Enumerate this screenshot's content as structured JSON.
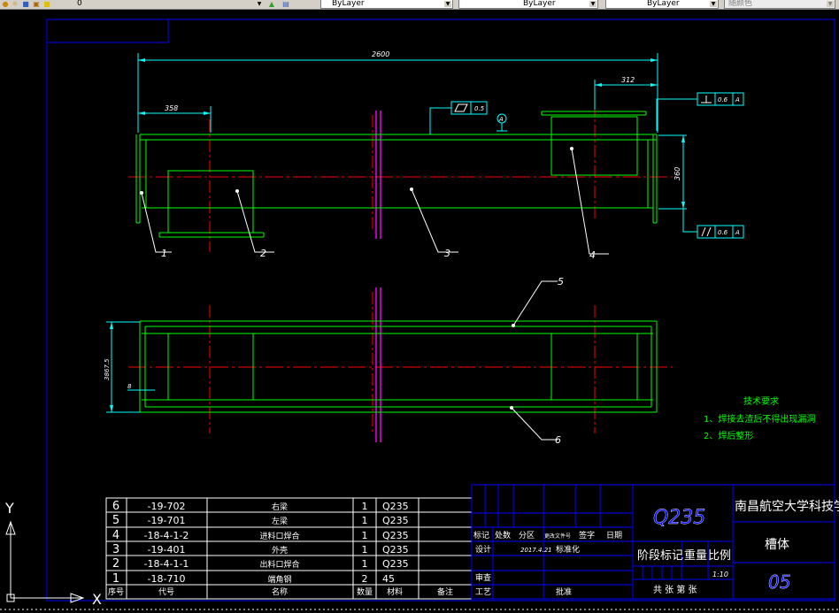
{
  "toolbar": {
    "layer_value": "0",
    "color_value": "ByLayer",
    "linetype_value": "ByLayer",
    "lineweight_value": "ByLayer",
    "plotstyle_value": "随颜色"
  },
  "dimensions": {
    "total_length": "2600",
    "left_offset": "358",
    "right_offset": "312",
    "height": "360",
    "plan_width": "3867.5",
    "small_gap": "8"
  },
  "tolerances": {
    "flatness_value": "0.5",
    "perp_value": "0.6",
    "perp_datum": "A",
    "parallel_value": "0.6",
    "parallel_datum": "A",
    "datum_label": "A"
  },
  "balloons": [
    "1",
    "2",
    "3",
    "4",
    "5",
    "6"
  ],
  "notes": {
    "title": "技术要求",
    "items": [
      "1、焊接去渣后不得出现漏洞",
      "2、焊后整形"
    ]
  },
  "bom": {
    "rows": [
      {
        "no": "6",
        "code": "-19-702",
        "name": "右梁",
        "qty": "1",
        "material": "Q235",
        "remark": ""
      },
      {
        "no": "5",
        "code": "-19-701",
        "name": "左梁",
        "qty": "1",
        "material": "Q235",
        "remark": ""
      },
      {
        "no": "4",
        "code": "-18-4-1-2",
        "name": "进料口焊合",
        "qty": "1",
        "material": "Q235",
        "remark": ""
      },
      {
        "no": "3",
        "code": "-19-401",
        "name": "外壳",
        "qty": "1",
        "material": "Q235",
        "remark": ""
      },
      {
        "no": "2",
        "code": "-18-4-1-1",
        "name": "出料口焊合",
        "qty": "1",
        "material": "Q235",
        "remark": ""
      },
      {
        "no": "1",
        "code": "-18-710",
        "name": "端角钢",
        "qty": "2",
        "material": "45",
        "remark": ""
      }
    ],
    "header": {
      "no": "序号",
      "code": "代号",
      "name": "名称",
      "qty": "数量",
      "material": "材料",
      "remark": "备注"
    }
  },
  "title_block": {
    "school": "南昌航空大学科技学院",
    "material": "Q235",
    "part_name": "槽体",
    "drawing_no": "05",
    "scale": "1:10",
    "stage_label": "阶段标记",
    "weight_label": "重量",
    "scale_label": "比例",
    "sheets_label": "共 张 第 张",
    "rev_headers": [
      "标记",
      "处数",
      "分区",
      "更改文件号",
      "签字",
      "日期"
    ],
    "design_label": "设计",
    "design_date": "2017.4.21",
    "standard_label": "标准化",
    "review_label": "审查",
    "process_label": "工艺",
    "approve_label": "批准"
  },
  "ucs": {
    "y_label": "Y",
    "x_label": "X"
  },
  "colors": {
    "geometry": "#00ff00",
    "dimension": "#00ffff",
    "centerline": "#ff0000",
    "section": "#ff00ff",
    "frame": "#0000ff",
    "text": "#ffffff",
    "notes": "#00ff00",
    "background": "#000000"
  }
}
